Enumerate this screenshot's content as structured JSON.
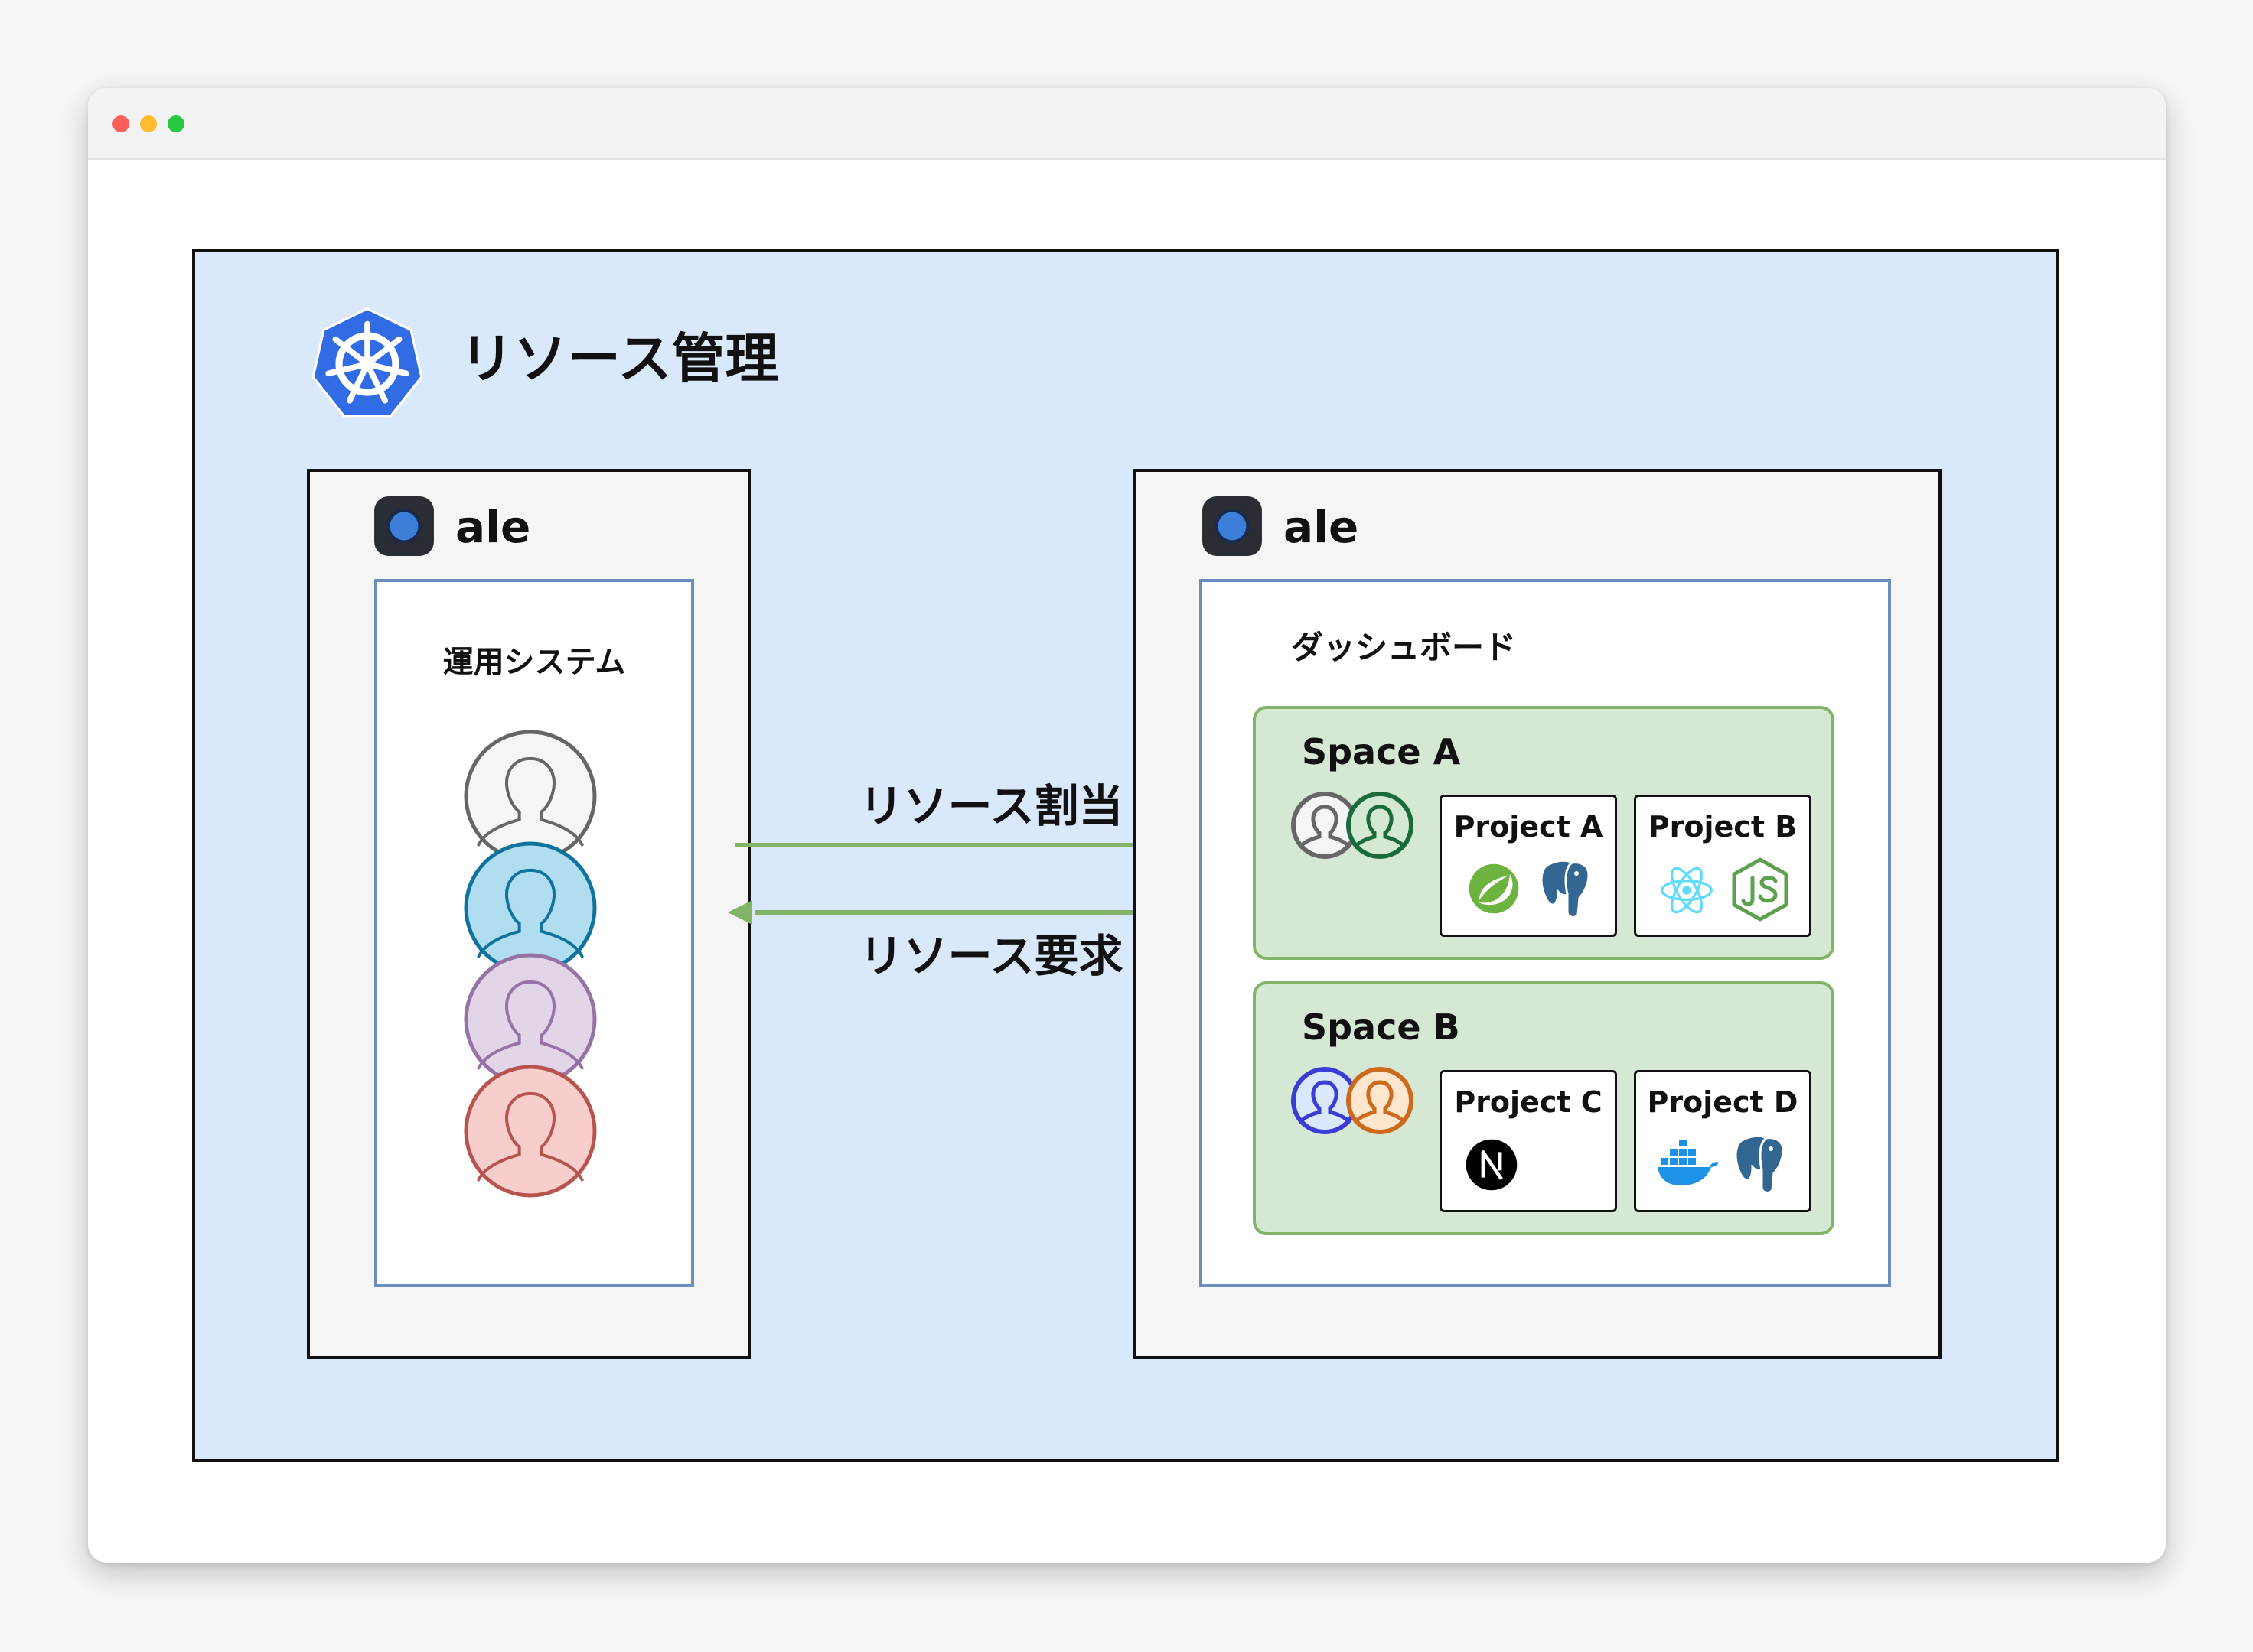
{
  "window": {
    "traffic_lights": [
      "#ff5f57",
      "#febc2e",
      "#28c840"
    ]
  },
  "diagram": {
    "title": "リソース管理",
    "left_cluster": {
      "name": "ale",
      "system_label": "運用システム",
      "user_colors": [
        {
          "fill": "#f5f5f5",
          "stroke": "#666666"
        },
        {
          "fill": "#b1ddf0",
          "stroke": "#10739e"
        },
        {
          "fill": "#e1d5e7",
          "stroke": "#9673a6"
        },
        {
          "fill": "#f8cecc",
          "stroke": "#b85450"
        }
      ]
    },
    "arrows": {
      "allocate_label": "リソース割当",
      "request_label": "リソース要求",
      "color": "#82b366"
    },
    "right_cluster": {
      "name": "ale",
      "dashboard_label": "ダッシュボード",
      "spaces": [
        {
          "name": "Space A",
          "users": [
            {
              "stroke": "#666666"
            },
            {
              "stroke": "#1a6b3c"
            }
          ],
          "projects": [
            {
              "name": "Project A",
              "icons": [
                "spring-icon",
                "postgresql-icon"
              ]
            },
            {
              "name": "Project B",
              "icons": [
                "react-icon",
                "nodejs-icon"
              ]
            }
          ]
        },
        {
          "name": "Space B",
          "users": [
            {
              "stroke": "#3b3bd6"
            },
            {
              "stroke": "#cc6a1e"
            }
          ],
          "projects": [
            {
              "name": "Project C",
              "icons": [
                "nextjs-icon"
              ]
            },
            {
              "name": "Project D",
              "icons": [
                "docker-icon",
                "postgresql-icon"
              ]
            }
          ]
        }
      ]
    },
    "colors": {
      "outer_fill": "#dae8fc",
      "inner_stroke": "#6c8ebf",
      "space_fill": "#d5e8d4",
      "space_stroke": "#82b366",
      "kubernetes_blue": "#326ce5"
    }
  }
}
